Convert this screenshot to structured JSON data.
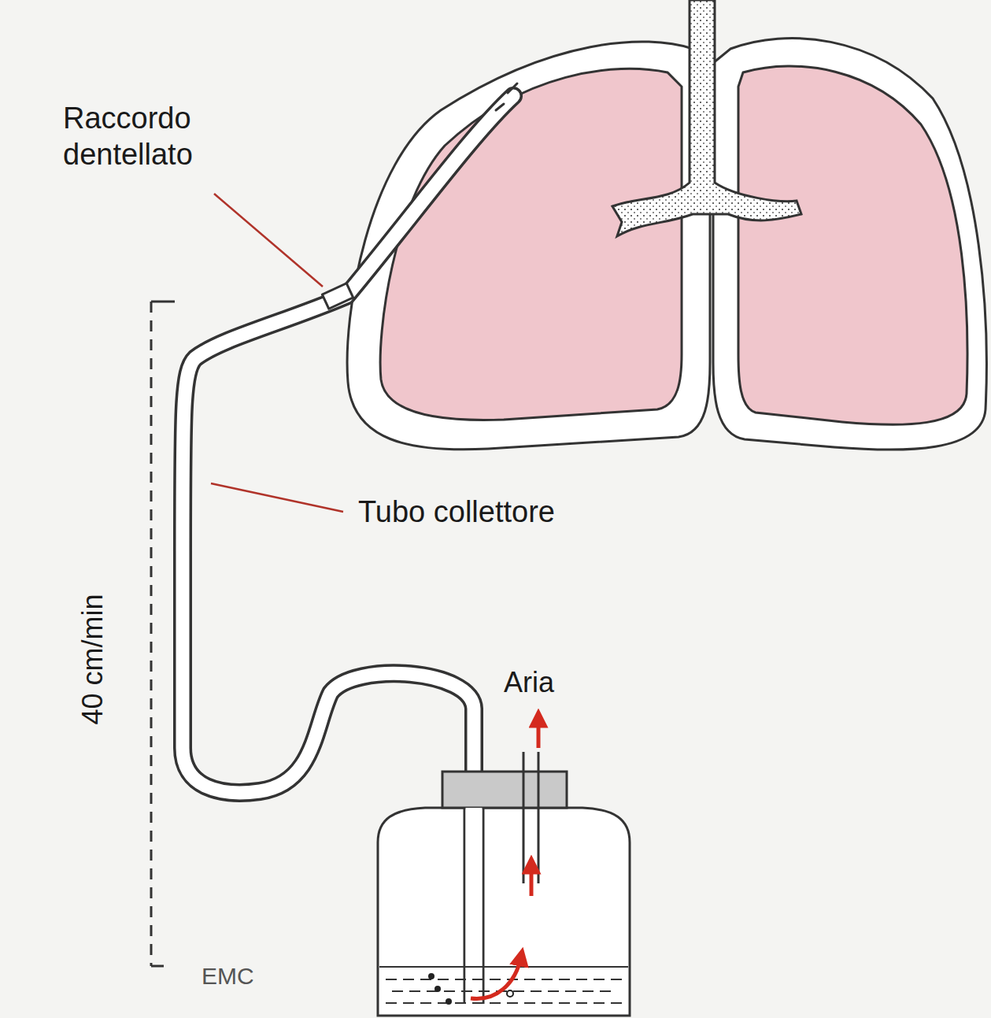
{
  "diagram": {
    "labels": [
      "Raccordo dentellato",
      "Tubo collettore",
      "40 cm/min",
      "Aria",
      "EMC"
    ]
  }
}
